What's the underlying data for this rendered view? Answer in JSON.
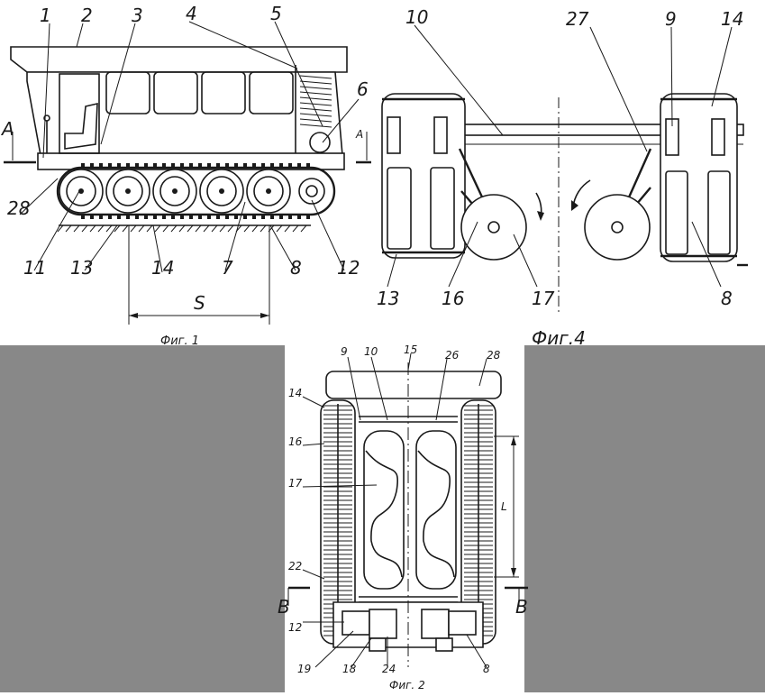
{
  "panels": {
    "gray_color": "#888888",
    "line_color": "#1a1a1a"
  },
  "fig1": {
    "caption": "Фиг. 1",
    "callouts": [
      "1",
      "2",
      "3",
      "4",
      "5",
      "6",
      "28",
      "11",
      "13",
      "14",
      "7",
      "8",
      "12"
    ],
    "section_left": "A",
    "section_right": "A",
    "dimension_label": "S"
  },
  "fig4": {
    "caption": "Фиг.4",
    "callouts": [
      "10",
      "27",
      "9",
      "14",
      "13",
      "16",
      "17",
      "8"
    ]
  },
  "fig2": {
    "caption": "Фиг. 2",
    "callouts": [
      "9",
      "10",
      "15",
      "26",
      "28",
      "14",
      "16",
      "17",
      "22",
      "12",
      "19",
      "18",
      "24",
      "8"
    ],
    "section_left": "B",
    "section_right": "B",
    "dimension_label": "L"
  }
}
